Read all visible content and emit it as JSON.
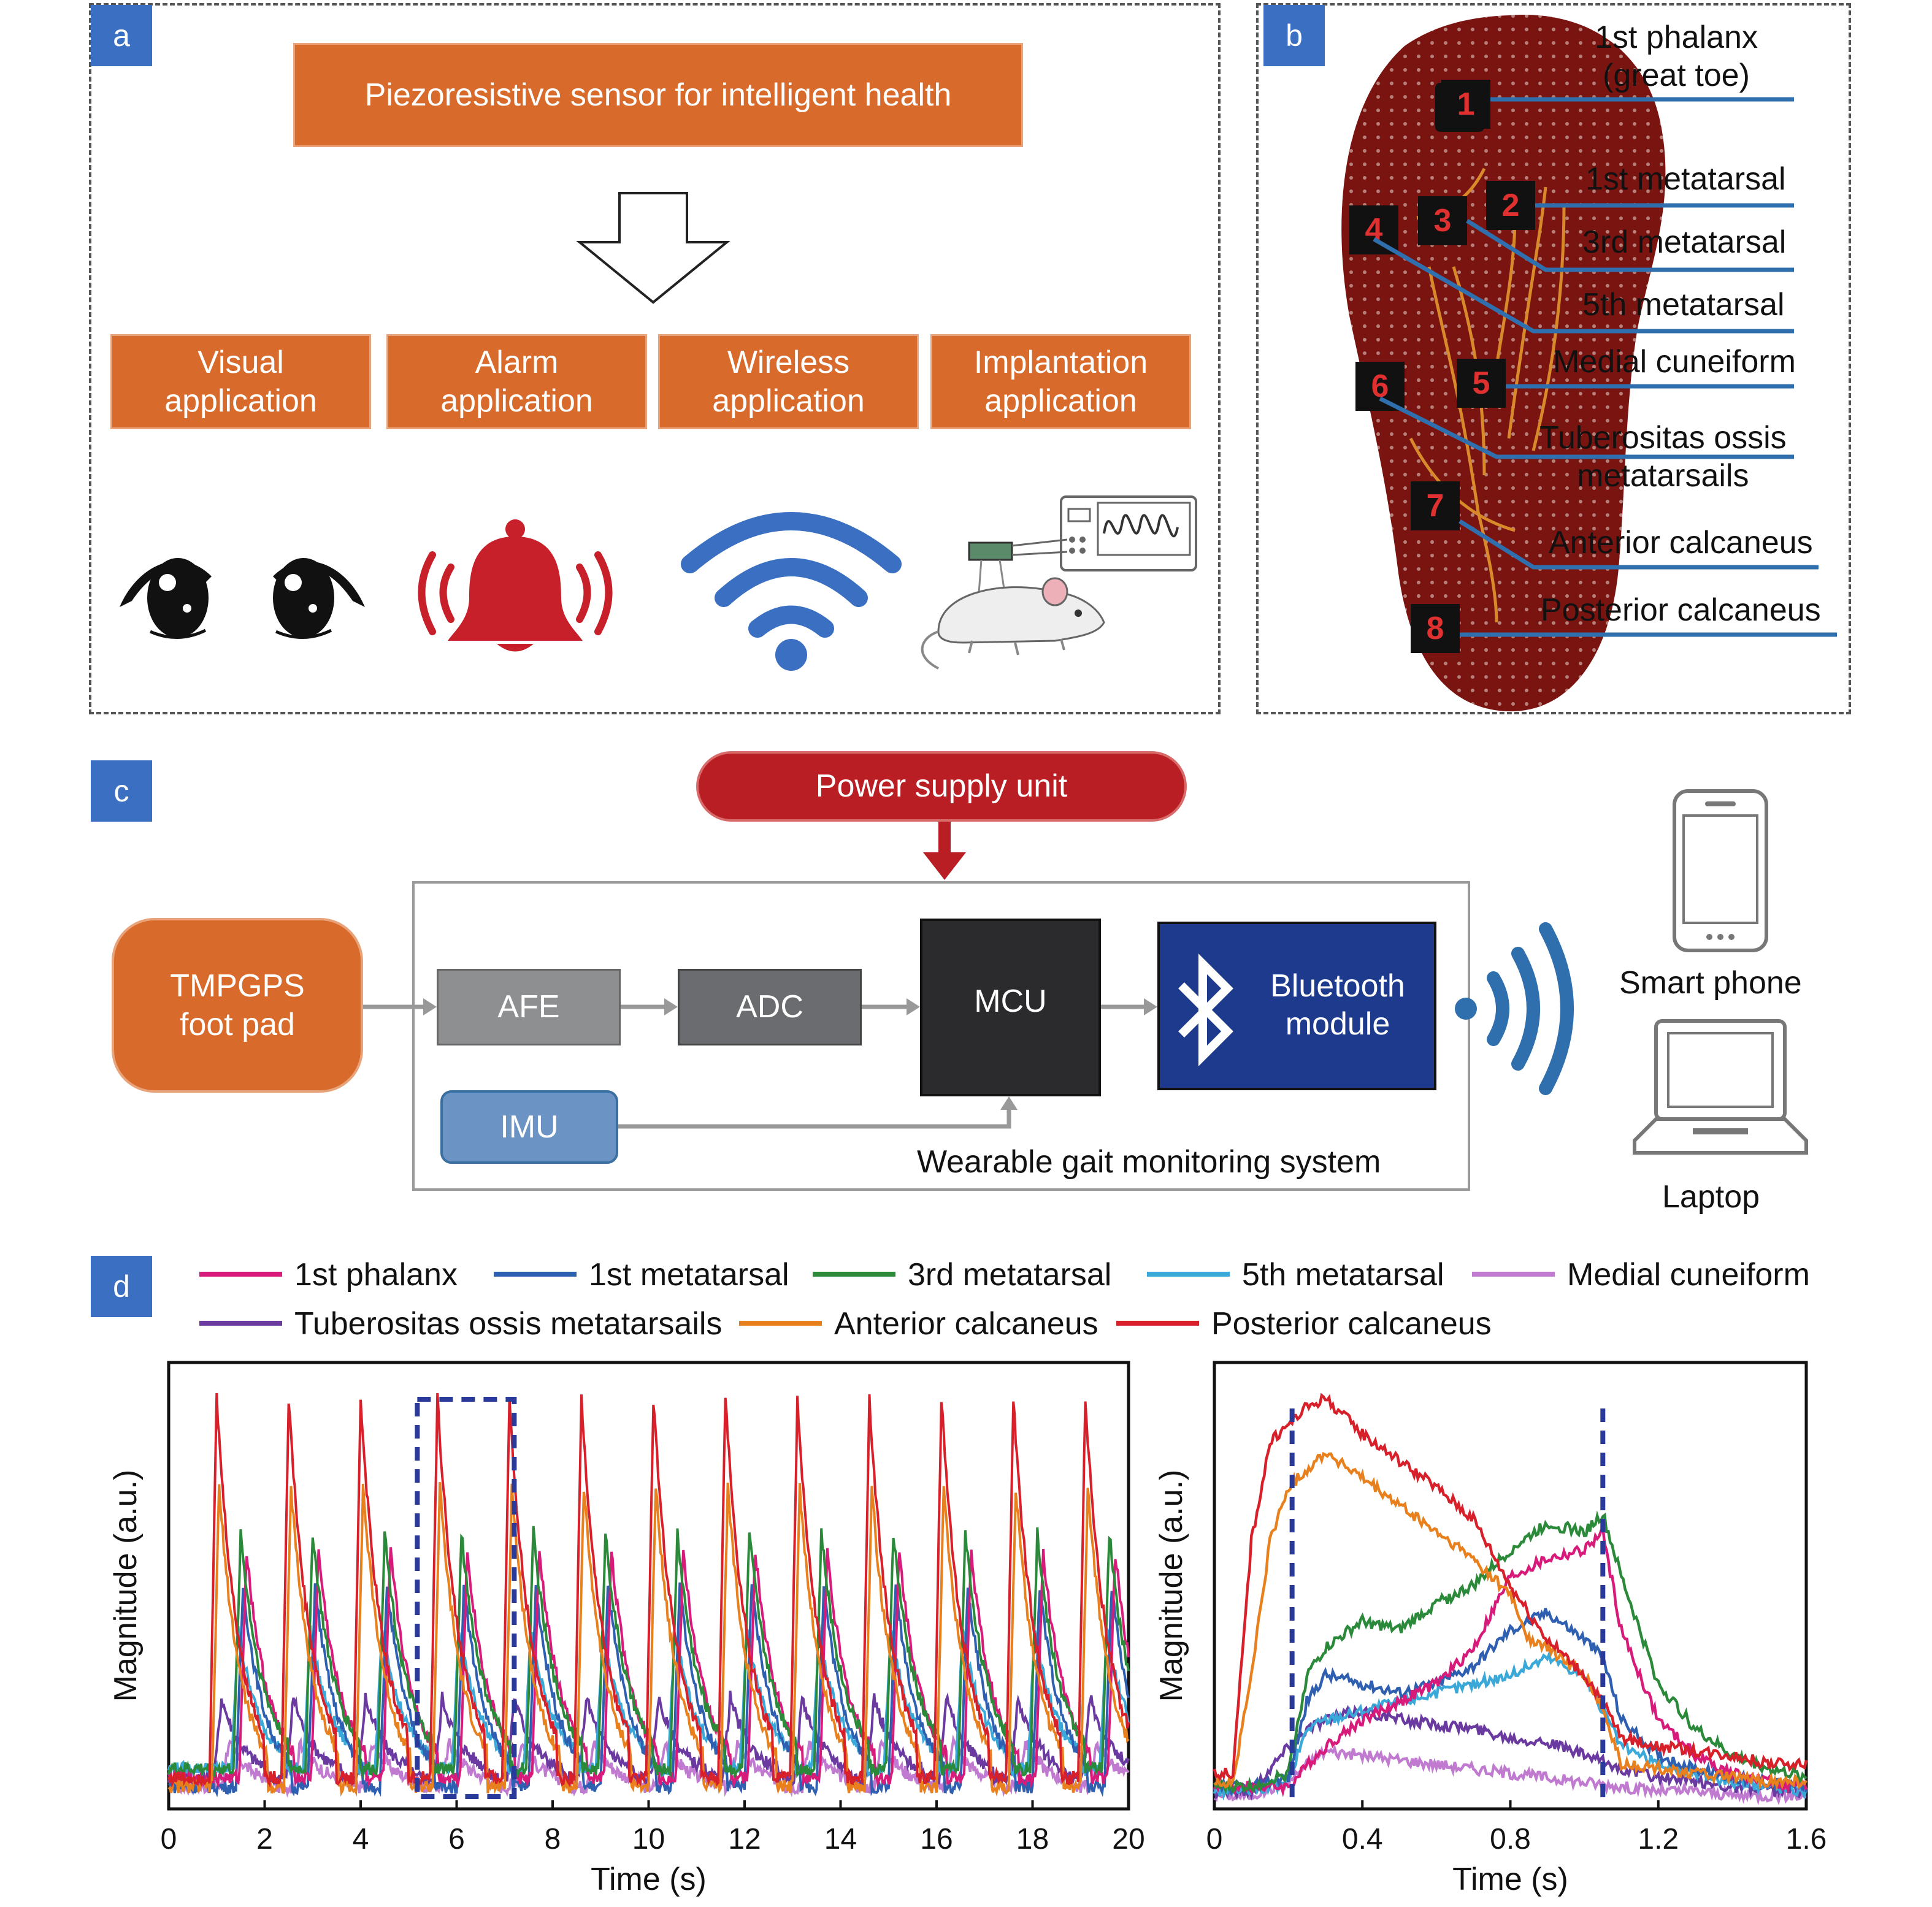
{
  "panel_a": {
    "tag": "a",
    "main_box": "Piezoresistive sensor for intelligent health",
    "apps": [
      {
        "line1": "Visual",
        "line2": "application"
      },
      {
        "line1": "Alarm",
        "line2": "application"
      },
      {
        "line1": "Wireless",
        "line2": "application"
      },
      {
        "line1": "Implantation",
        "line2": "application"
      }
    ],
    "icons": [
      "eyes-icon",
      "alarm-bell-icon",
      "wifi-icon",
      "mouse-oscilloscope-icon"
    ],
    "colors": {
      "orange": "#d86a2c",
      "bell": "#c8202a",
      "wifi": "#3a6fc2"
    }
  },
  "panel_b": {
    "tag": "b",
    "sensor_numbers": [
      "1",
      "2",
      "3",
      "4",
      "5",
      "6",
      "7",
      "8"
    ],
    "labels": [
      {
        "line1": "1st phalanx",
        "line2": "(great toe)"
      },
      {
        "line1": "1st metatarsal"
      },
      {
        "line1": "3rd metatarsal"
      },
      {
        "line1": "5th metatarsal"
      },
      {
        "line1": "Medial cuneiform"
      },
      {
        "line1": "Tuberositas ossis",
        "line2": "metatarsails"
      },
      {
        "line1": "Anterior calcaneus"
      },
      {
        "line1": "Posterior calcaneus"
      }
    ],
    "colors": {
      "insole": "#7a1410",
      "lead": "#2f6fad"
    }
  },
  "panel_c": {
    "tag": "c",
    "power": "Power supply unit",
    "foot_pad": {
      "line1": "TMPGPS",
      "line2": "foot pad"
    },
    "afe": "AFE",
    "adc": "ADC",
    "mcu": "MCU",
    "bluetooth": {
      "line1": "Bluetooth",
      "line2": "module"
    },
    "imu": "IMU",
    "system": "Wearable gait monitoring system",
    "smartphone": "Smart phone",
    "laptop": "Laptop",
    "colors": {
      "power": "#b81e24",
      "afe": "#8e8f91",
      "adc": "#6b6c70",
      "mcu": "#2b2b2d",
      "bt": "#1e3a8c",
      "imu": "#6b93c4",
      "pad": "#d86a2c"
    }
  },
  "panel_d": {
    "tag": "d",
    "legend": [
      {
        "name": "1st phalanx",
        "color": "#d81b7a"
      },
      {
        "name": "1st metatarsal",
        "color": "#2f5fb0"
      },
      {
        "name": "3rd metatarsal",
        "color": "#2a8a3a"
      },
      {
        "name": "5th metatarsal",
        "color": "#3aa8d8"
      },
      {
        "name": "Medial cuneiform",
        "color": "#c07ad0"
      },
      {
        "name": "Tuberositas ossis metatarsails",
        "color": "#6a3aa0"
      },
      {
        "name": "Anterior calcaneus",
        "color": "#e8801e"
      },
      {
        "name": "Posterior calcaneus",
        "color": "#d8202a"
      }
    ]
  },
  "chart_data": [
    {
      "type": "line",
      "xlabel": "Time (s)",
      "ylabel": "Magnitude (a.u.)",
      "xlim": [
        0,
        20
      ],
      "xticks": [
        "0",
        "2",
        "4",
        "6",
        "8",
        "10",
        "12",
        "14",
        "16",
        "18",
        "20"
      ],
      "period_s": 1.5,
      "cycles_peak_times": [
        1.1,
        2.6,
        4.1,
        5.7,
        7.2,
        8.7,
        10.2,
        11.7,
        13.2,
        14.7,
        16.2,
        17.7,
        19.2
      ],
      "highlight_window": [
        5.5,
        7.2
      ],
      "series_peak_levels": {
        "Posterior calcaneus": 0.92,
        "Anterior calcaneus": 0.72,
        "3rd metatarsal": 0.62,
        "1st phalanx": 0.58,
        "1st metatarsal": 0.5,
        "5th metatarsal": 0.4,
        "Tuberositas ossis metatarsails": 0.25,
        "Medial cuneiform": 0.15
      }
    },
    {
      "type": "line",
      "xlabel": "Time (s)",
      "ylabel": "Magnitude (a.u.)",
      "xlim": [
        0,
        1.6
      ],
      "xticks": [
        "0",
        "0.4",
        "0.8",
        "1.2",
        "1.6"
      ],
      "markers_s": [
        0.21,
        1.05
      ],
      "series": [
        {
          "name": "Posterior calcaneus",
          "x": [
            0,
            0.05,
            0.1,
            0.15,
            0.2,
            0.25,
            0.3,
            0.4,
            0.5,
            0.6,
            0.7,
            0.8,
            0.9,
            1.0,
            1.05,
            1.1,
            1.2,
            1.3,
            1.4,
            1.5,
            1.6
          ],
          "y": [
            0.08,
            0.08,
            0.6,
            0.82,
            0.86,
            0.9,
            0.92,
            0.84,
            0.78,
            0.72,
            0.65,
            0.5,
            0.38,
            0.3,
            0.24,
            0.16,
            0.14,
            0.13,
            0.12,
            0.1,
            0.1
          ]
        },
        {
          "name": "Anterior calcaneus",
          "x": [
            0,
            0.05,
            0.1,
            0.15,
            0.2,
            0.25,
            0.3,
            0.4,
            0.5,
            0.6,
            0.7,
            0.8,
            0.85,
            0.9,
            1.0,
            1.05,
            1.1,
            1.2,
            1.3,
            1.4,
            1.5,
            1.6
          ],
          "y": [
            0.06,
            0.06,
            0.3,
            0.6,
            0.72,
            0.76,
            0.8,
            0.74,
            0.68,
            0.62,
            0.56,
            0.48,
            0.38,
            0.36,
            0.3,
            0.22,
            0.1,
            0.09,
            0.08,
            0.07,
            0.06,
            0.06
          ]
        },
        {
          "name": "3rd metatarsal",
          "x": [
            0,
            0.1,
            0.2,
            0.25,
            0.3,
            0.4,
            0.5,
            0.6,
            0.7,
            0.8,
            0.9,
            1.0,
            1.05,
            1.1,
            1.2,
            1.3,
            1.4,
            1.5,
            1.6
          ],
          "y": [
            0.05,
            0.05,
            0.08,
            0.3,
            0.36,
            0.42,
            0.4,
            0.46,
            0.5,
            0.58,
            0.64,
            0.62,
            0.66,
            0.52,
            0.28,
            0.18,
            0.12,
            0.09,
            0.07
          ]
        },
        {
          "name": "1st phalanx",
          "x": [
            0,
            0.2,
            0.3,
            0.4,
            0.5,
            0.6,
            0.7,
            0.8,
            0.9,
            1.0,
            1.05,
            1.1,
            1.2,
            1.3,
            1.4,
            1.5,
            1.6
          ],
          "y": [
            0.05,
            0.05,
            0.14,
            0.2,
            0.24,
            0.28,
            0.36,
            0.52,
            0.56,
            0.58,
            0.62,
            0.4,
            0.2,
            0.12,
            0.08,
            0.06,
            0.05
          ]
        },
        {
          "name": "1st metatarsal",
          "x": [
            0,
            0.1,
            0.2,
            0.25,
            0.3,
            0.4,
            0.5,
            0.6,
            0.7,
            0.8,
            0.9,
            1.0,
            1.05,
            1.1,
            1.2,
            1.3,
            1.4,
            1.5,
            1.6
          ],
          "y": [
            0.05,
            0.05,
            0.07,
            0.24,
            0.3,
            0.28,
            0.26,
            0.28,
            0.32,
            0.4,
            0.44,
            0.38,
            0.34,
            0.2,
            0.12,
            0.09,
            0.07,
            0.06,
            0.05
          ]
        },
        {
          "name": "5th metatarsal",
          "x": [
            0,
            0.1,
            0.2,
            0.25,
            0.3,
            0.4,
            0.5,
            0.6,
            0.7,
            0.8,
            0.9,
            1.0,
            1.05,
            1.1,
            1.2,
            1.3,
            1.4,
            1.5,
            1.6
          ],
          "y": [
            0.04,
            0.04,
            0.06,
            0.18,
            0.2,
            0.22,
            0.24,
            0.26,
            0.28,
            0.3,
            0.34,
            0.3,
            0.22,
            0.14,
            0.1,
            0.08,
            0.06,
            0.05,
            0.04
          ]
        },
        {
          "name": "Tuberositas ossis metatarsails",
          "x": [
            0,
            0.1,
            0.2,
            0.25,
            0.3,
            0.4,
            0.5,
            0.6,
            0.7,
            0.8,
            0.9,
            1.0,
            1.1,
            1.2,
            1.3,
            1.4,
            1.5,
            1.6
          ],
          "y": [
            0.04,
            0.04,
            0.14,
            0.18,
            0.2,
            0.22,
            0.2,
            0.19,
            0.18,
            0.16,
            0.15,
            0.12,
            0.09,
            0.07,
            0.06,
            0.05,
            0.04,
            0.04
          ]
        },
        {
          "name": "Medial cuneiform",
          "x": [
            0,
            0.1,
            0.2,
            0.25,
            0.3,
            0.4,
            0.5,
            0.6,
            0.7,
            0.8,
            0.9,
            1.0,
            1.1,
            1.2,
            1.3,
            1.4,
            1.5,
            1.6
          ],
          "y": [
            0.03,
            0.03,
            0.06,
            0.1,
            0.13,
            0.12,
            0.11,
            0.1,
            0.09,
            0.08,
            0.07,
            0.06,
            0.05,
            0.04,
            0.04,
            0.03,
            0.03,
            0.03
          ]
        }
      ]
    }
  ]
}
